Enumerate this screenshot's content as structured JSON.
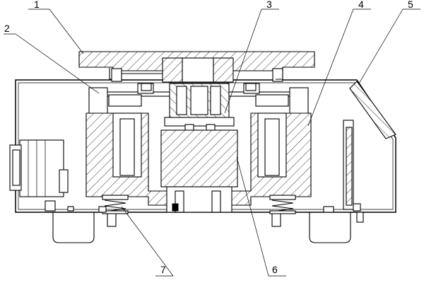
{
  "drawing": {
    "callouts": [
      {
        "id": "1",
        "label": "1",
        "part": "top-plate"
      },
      {
        "id": "2",
        "label": "2",
        "part": "support-bracket"
      },
      {
        "id": "3",
        "label": "3",
        "part": "coupling-assembly"
      },
      {
        "id": "4",
        "label": "4",
        "part": "housing"
      },
      {
        "id": "5",
        "label": "5",
        "part": "control-panel"
      },
      {
        "id": "6",
        "label": "6",
        "part": "motor-block"
      },
      {
        "id": "7",
        "label": "7",
        "part": "damping-spring"
      }
    ],
    "colors": {
      "line": "#000000",
      "background": "#ffffff"
    }
  }
}
